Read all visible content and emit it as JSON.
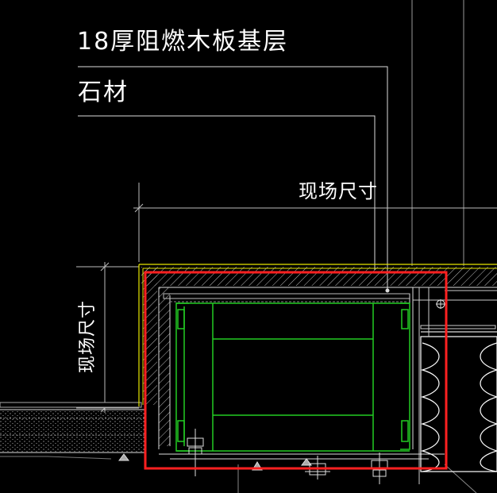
{
  "annotations": {
    "leader_1": "18厚阻燃木板基层",
    "leader_2": "石材",
    "dim_horizontal": "现场尺寸",
    "dim_vertical": "现场尺寸"
  },
  "colors": {
    "background": "#000000",
    "linework": "#ffffff",
    "steel_section": "#22cc22",
    "wall_outline": "#e6e600",
    "highlight_frame": "#ff2020",
    "dimension": "#bbbbbb",
    "insulation": "#ffffff"
  },
  "icons": [
    "bolt-icon",
    "cross-marker-icon"
  ]
}
